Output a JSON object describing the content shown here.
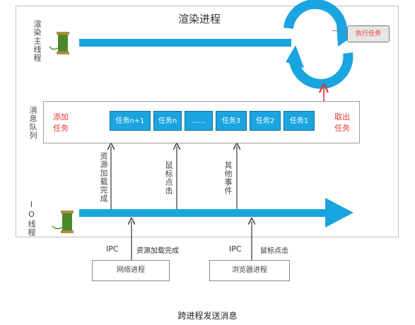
{
  "title": "渲染进程",
  "render_main_thread_label": "渲染主线程",
  "message_queue_label": "消息队列",
  "io_thread_label": "IO线程",
  "add_task_label": "添加任务",
  "take_task_label": "取出任务",
  "execute_task_label": "执行任务",
  "tasks": [
    "任务n+1",
    "任务n",
    "……",
    "任务3",
    "任务2",
    "任务1"
  ],
  "event_labels": [
    "资源加载完成",
    "鼠标点击",
    "其他事件"
  ],
  "network_process": {
    "ipc": "IPC",
    "event": "资源加载完成",
    "name": "网络进程"
  },
  "browser_process": {
    "ipc": "IPC",
    "event": "鼠标点击",
    "name": "浏览器进程"
  },
  "caption": "跨进程发送消息",
  "colors": {
    "blue": "#1aa4e0",
    "red": "#e8342f",
    "spool": "#4a8a2a"
  }
}
